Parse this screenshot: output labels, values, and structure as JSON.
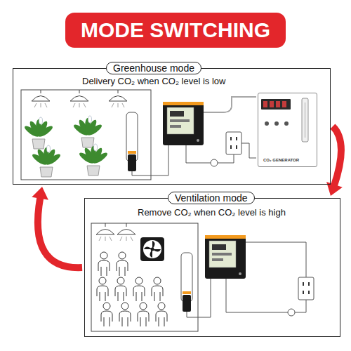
{
  "diagram": {
    "title": "MODE SWITCHING",
    "nodes": [
      {
        "text": [
          "Greenhouse mode",
          "Delivery CO₂ when CO₂ level is low"
        ]
      },
      {
        "text": [
          "CO₂ GENERATOR"
        ],
        "in": 0
      },
      {
        "text": [
          "Ventilation mode",
          "Remove CO₂ when CO₂ level is high"
        ]
      }
    ],
    "edges": [
      {
        "from": 0,
        "to": 2,
        "arrow": "to"
      },
      {
        "from": 2,
        "to": 0,
        "arrow": "to"
      }
    ]
  }
}
